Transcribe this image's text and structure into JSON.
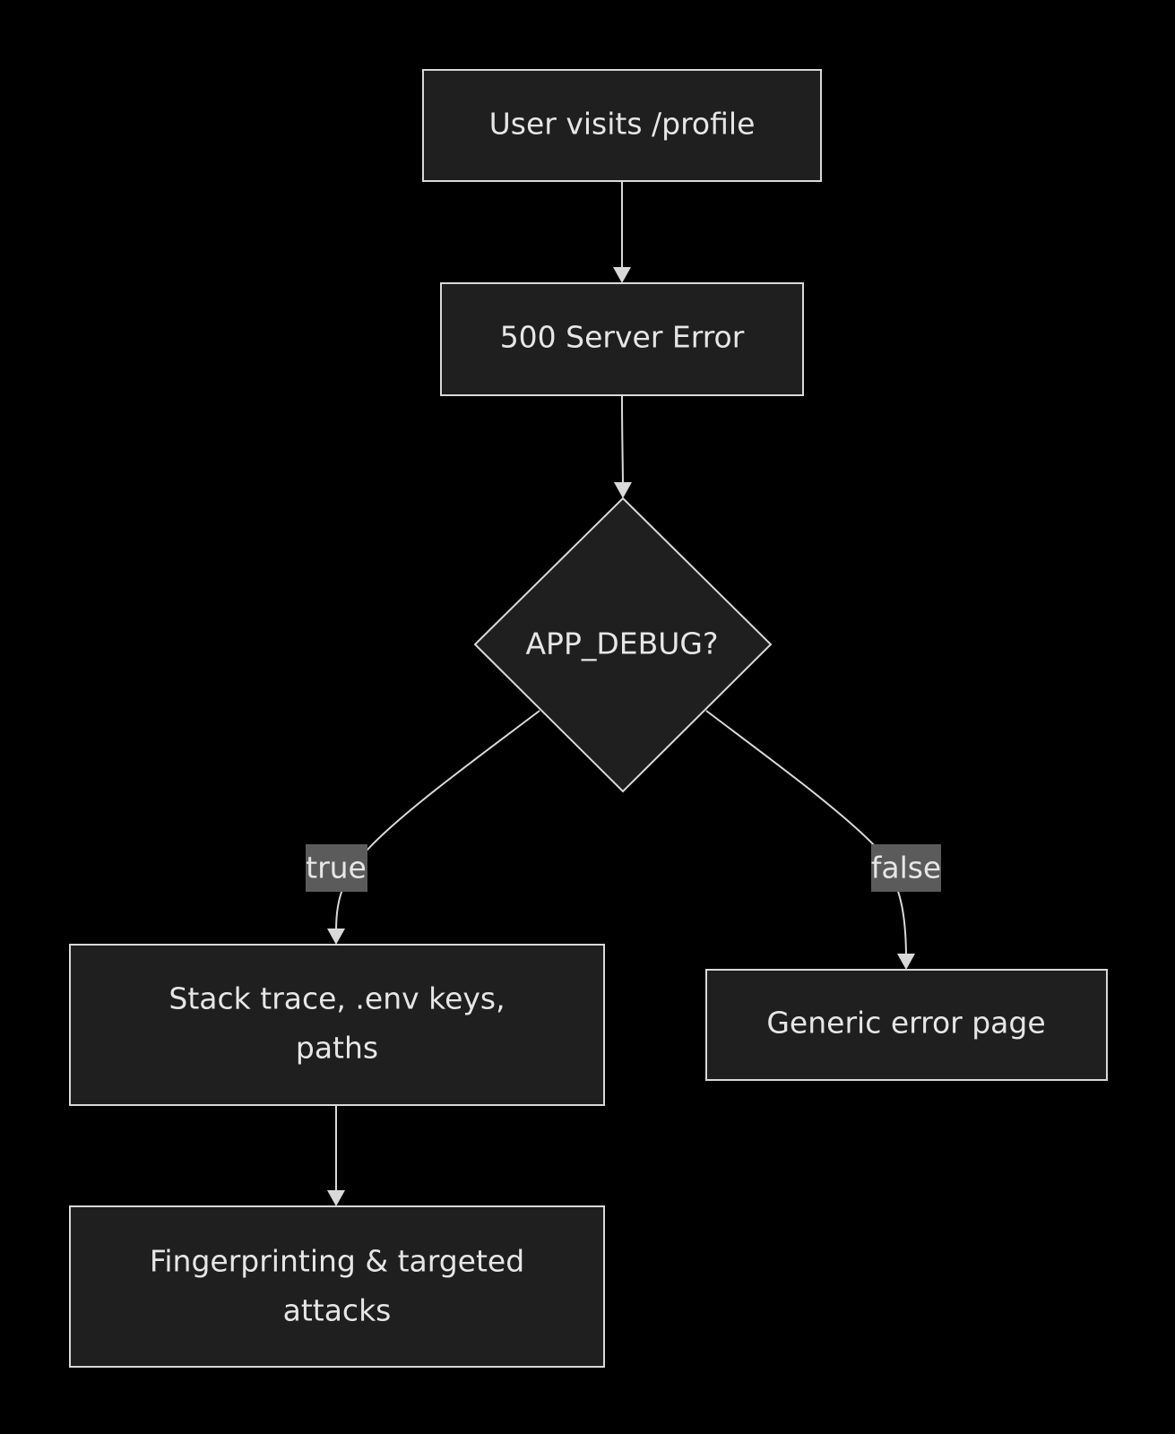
{
  "nodes": {
    "start": {
      "label": "User visits /profile"
    },
    "error": {
      "label": "500 Server Error"
    },
    "decision": {
      "label": "APP_DEBUG?"
    },
    "leak": {
      "line1": "Stack trace, .env keys,",
      "line2": "paths"
    },
    "generic": {
      "label": "Generic error page"
    },
    "attack": {
      "line1": "Fingerprinting & targeted",
      "line2": "attacks"
    }
  },
  "edges": {
    "true_label": "true",
    "false_label": "false"
  },
  "colors": {
    "background": "#000000",
    "node_fill": "#1f1f1f",
    "stroke": "#d9d9d9",
    "text": "#e6e6e6",
    "edge_label_bg": "#5b5b5b"
  }
}
